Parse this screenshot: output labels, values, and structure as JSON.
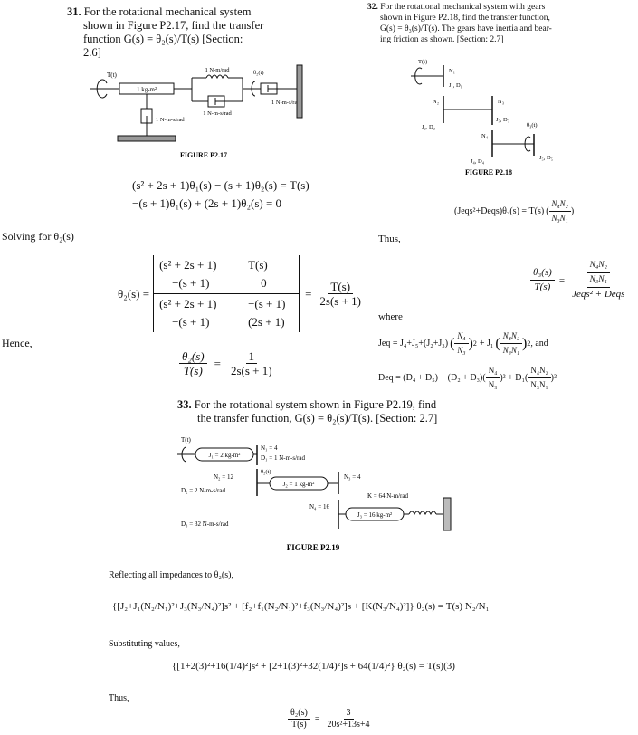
{
  "p31": {
    "number": "31.",
    "line1": "For the rotational mechanical system",
    "line2": "shown in Figure P2.17, find the transfer",
    "line3": "function  G(s) = θ₂(s)/T(s)  [Section:",
    "line4": "2.6]",
    "fig": {
      "T": "T(t)",
      "J": "1 kg-m²",
      "k1": "1 N-m/rad",
      "d1": "1 N-m-s/rad",
      "d2": "1 N-m-s/rad",
      "th2": "θ₂(t)",
      "k2": "1 N-m-s/rad",
      "caption": "FIGURE P2.17"
    },
    "eq1": "(s² + 2s + 1)θ₁(s) − (s + 1)θ₂(s) = T(s)",
    "eq2": "−(s + 1)θ₁(s) + (2s + 1)θ₂(s) = 0",
    "solving": "Solving for θ₂(s)",
    "lhs": "θ₂(s) =",
    "det_num": [
      "(s² + 2s + 1)",
      "T(s)",
      "−(s + 1)",
      "0"
    ],
    "det_den": [
      "(s² + 2s + 1)",
      "−(s + 1)",
      "−(s + 1)",
      "(2s + 1)"
    ],
    "eq_sign": "=",
    "rhs_num": "T(s)",
    "rhs_den": "2s(s + 1)",
    "hence": "Hence,",
    "final_num_l": "θ₂(s)",
    "final_den_l": "T(s)",
    "final_num_r": "1",
    "final_den_r": "2s(s + 1)"
  },
  "p32": {
    "number": "32.",
    "line1": "For the rotational mechanical system with gears",
    "line2": "shown in Figure P2.18, find the transfer function,",
    "line3": "G(s) = θ₃(s)/T(s). The gears have inertia and bear-",
    "line4": "ing friction as shown. [Section: 2.7]",
    "fig": {
      "T": "T(t)",
      "N1": "N₁",
      "J1D1": "J₁, D₁",
      "N2": "N₂",
      "N3": "N₃",
      "J2D2": "J₂, D₂",
      "J3D3": "J₃, D₃",
      "th3": "θ₃(t)",
      "N4": "N₄",
      "J4D4": "J₄, D₄",
      "J5D5": "J₅, D₅",
      "caption": "FIGURE P2.18"
    },
    "eqmotion_lhs": "(Jeqs²+Deqs)θ₃(s) = T(s)",
    "eqmotion_num": "N₄N₂",
    "eqmotion_den": "N₃N₁",
    "thus": "Thus,",
    "tf_lnum": "θ₃(s)",
    "tf_lden": "T(s)",
    "tf_rnum_top": "N₄N₂",
    "tf_rnum_bot": "N₃N₁",
    "tf_rden": "Jeqs² + Deqs",
    "where": "where",
    "jeq": "Jeq = J₄+J₅+(J₂+J₃)",
    "jeq_f1_num": "N₄",
    "jeq_f1_den": "N₃",
    "jeq_mid": "+ J₁",
    "jeq_f2_num": "N₄N₂",
    "jeq_f2_den": "N₃N₁",
    "jeq_end": ", and",
    "deq": "Deq = (D₄ + D₅) + (D₂ + D₃)(",
    "deq_f1_num": "N₄",
    "deq_f1_den": "N₃",
    "deq_mid": ")² + D₁(",
    "deq_f2_num": "N₄N₂",
    "deq_f2_den": "N₃N₁",
    "deq_end": ")²",
    "sq": "2"
  },
  "p33": {
    "number": "33.",
    "line1": "For the rotational system shown in Figure P2.19, find",
    "line2": "the transfer function, G(s) = θ₂(s)/T(s). [Section: 2.7]",
    "fig": {
      "T": "T(t)",
      "J1": "J₁ = 2 kg-m²",
      "N1": "N₁ = 4",
      "D1": "D₁ = 1 N-m-s/rad",
      "N2": "N₂ = 12",
      "th2": "θ₂(t)",
      "J2": "J₂ = 1 kg-m²",
      "N3": "N₃ = 4",
      "D2": "D₂ = 2 N-m-s/rad",
      "K": "K = 64 N-m/rad",
      "N4": "N₄ = 16",
      "D3": "D₃ = 32 N-m-s/rad",
      "J3": "J₃ = 16 kg-m²",
      "caption": "FIGURE P2.19"
    },
    "reflecting": "Reflecting all impedances to θ₂(s),",
    "reflect_eq": "{[J₂+J₁(N₂/N₁)²+J₃(N₃/N₄)²]s² + [f₂+f₁(N₂/N₁)²+f₃(N₃/N₄)²]s + [K(N₃/N₄)²]} θ₂(s) = T(s) N₂/N₁",
    "substituting": "Substituting values,",
    "subst_eq": "{[1+2(3)²+16(1/4)²]s² + [2+1(3)²+32(1/4)²]s + 64(1/4)²} θ₂(s) = T(s)(3)",
    "thus": "Thus,",
    "tf_lnum": "θ₂(s)",
    "tf_lden": "T(s)",
    "tf_rnum": "3",
    "tf_rden": "20s²+13s+4"
  }
}
